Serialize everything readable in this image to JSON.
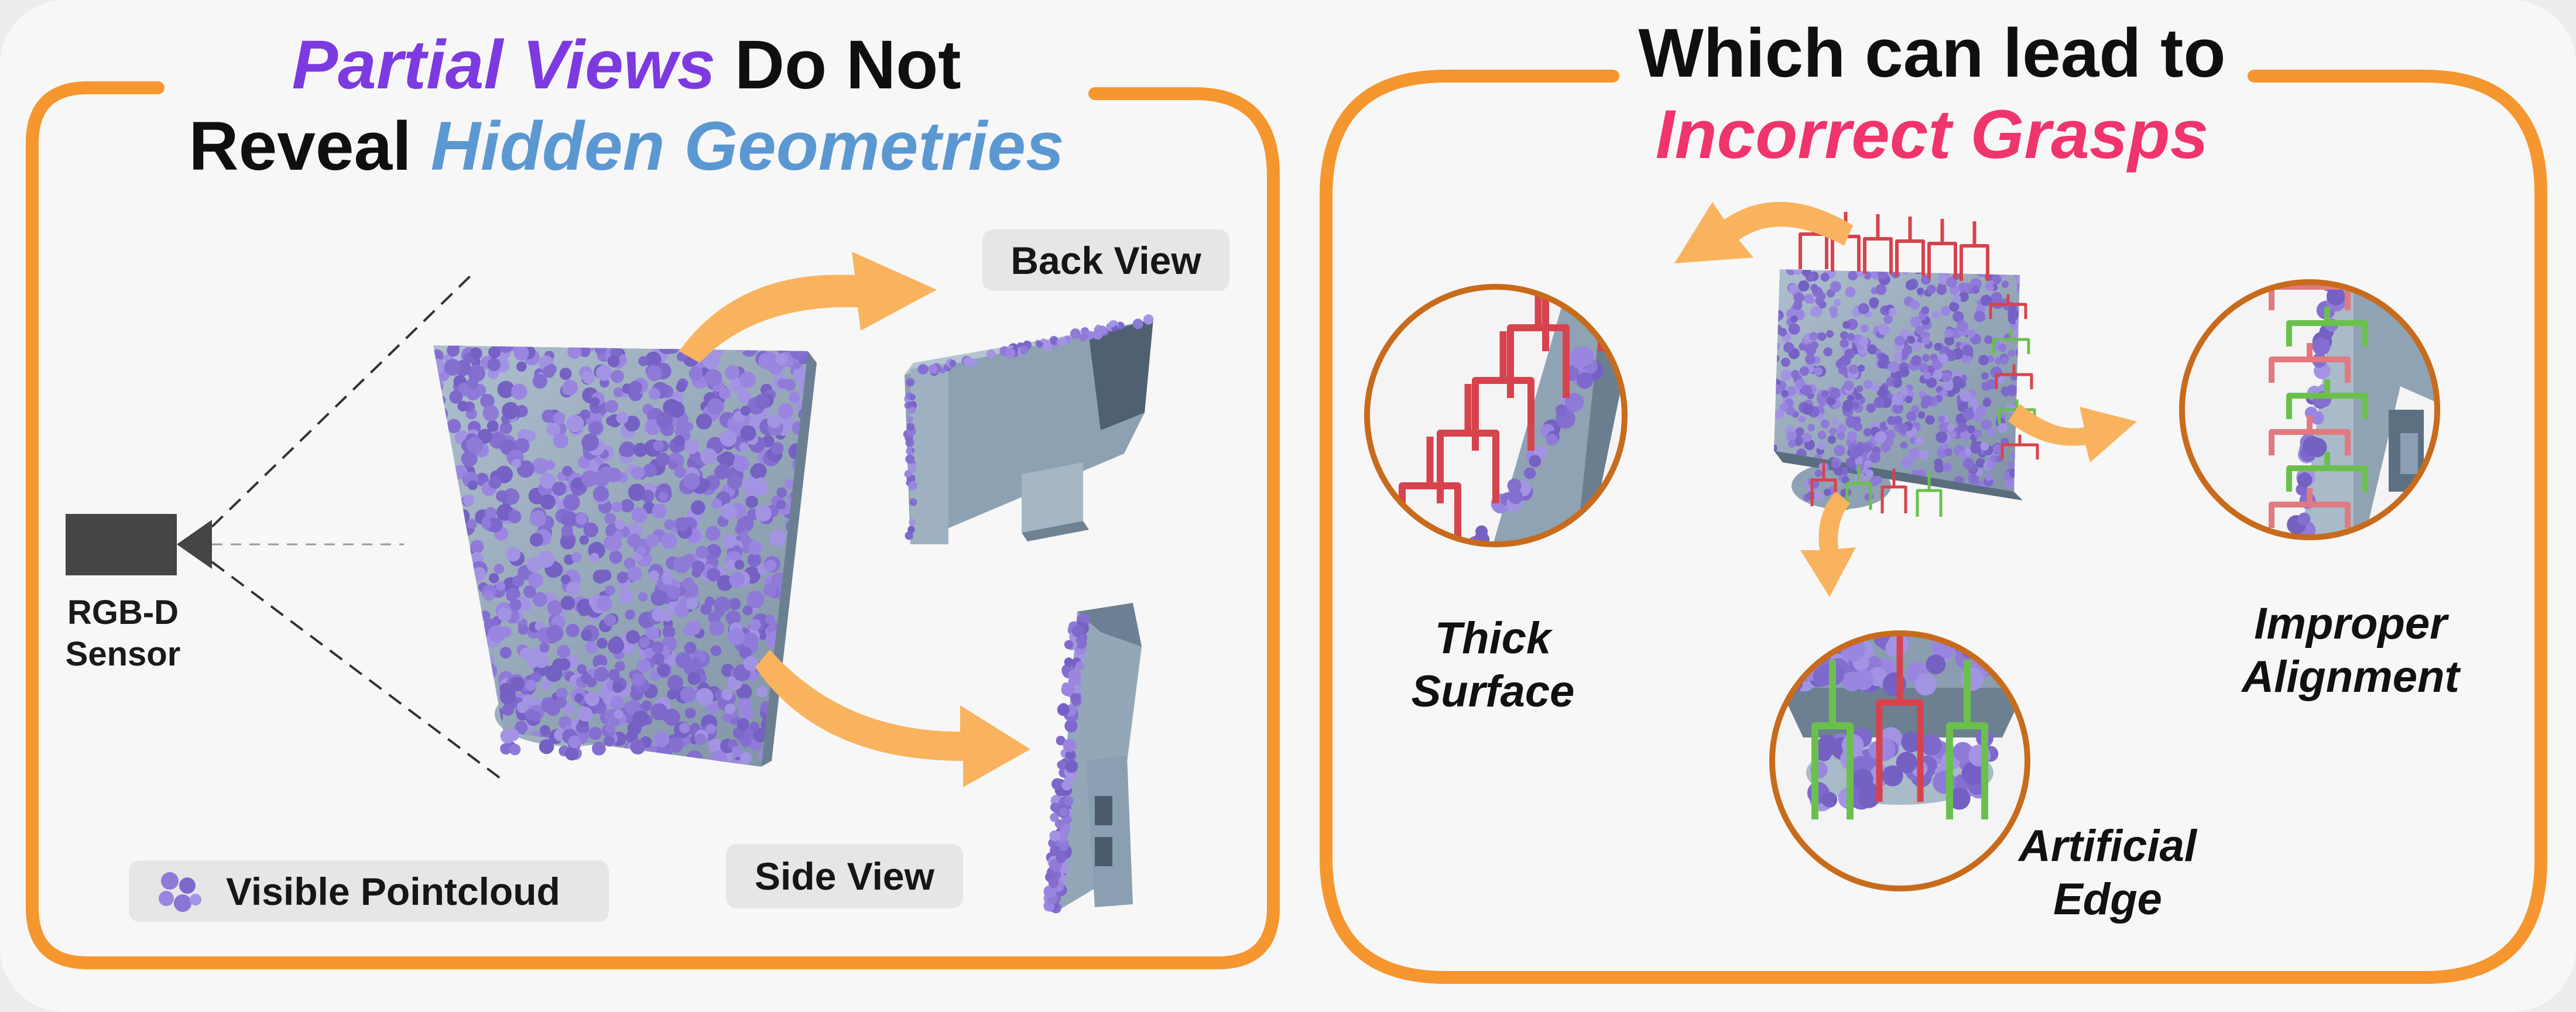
{
  "left_panel": {
    "title_line1": {
      "part1": "Partial Views",
      "part2": " Do Not"
    },
    "title_line2": {
      "part1": "Reveal ",
      "part2": "Hidden Geometries"
    },
    "sensor": {
      "line1": "RGB-D",
      "line2": "Sensor"
    },
    "back_view_label": "Back View",
    "side_view_label": "Side View",
    "legend_label": "Visible Pointcloud"
  },
  "right_panel": {
    "title_line1": "Which can lead to",
    "title_line2": "Incorrect Grasps",
    "failures": [
      {
        "line1": "Thick",
        "line2": "Surface"
      },
      {
        "line1": "Artificial",
        "line2": "Edge"
      },
      {
        "line1": "Improper",
        "line2": "Alignment"
      }
    ]
  },
  "colors": {
    "frame_orange": "#f6962e",
    "arrow_orange": "#f9b35f",
    "point_purple": "#8f7ad8",
    "mesh_blue_gray": "#8ea2b4",
    "title_purple": "#7d3ae0",
    "title_blue": "#5b98d2",
    "title_pink": "#f0346c",
    "grasp_red": "#d7434d",
    "grasp_green": "#6bc04d",
    "zoom_border": "#c86b1c"
  }
}
